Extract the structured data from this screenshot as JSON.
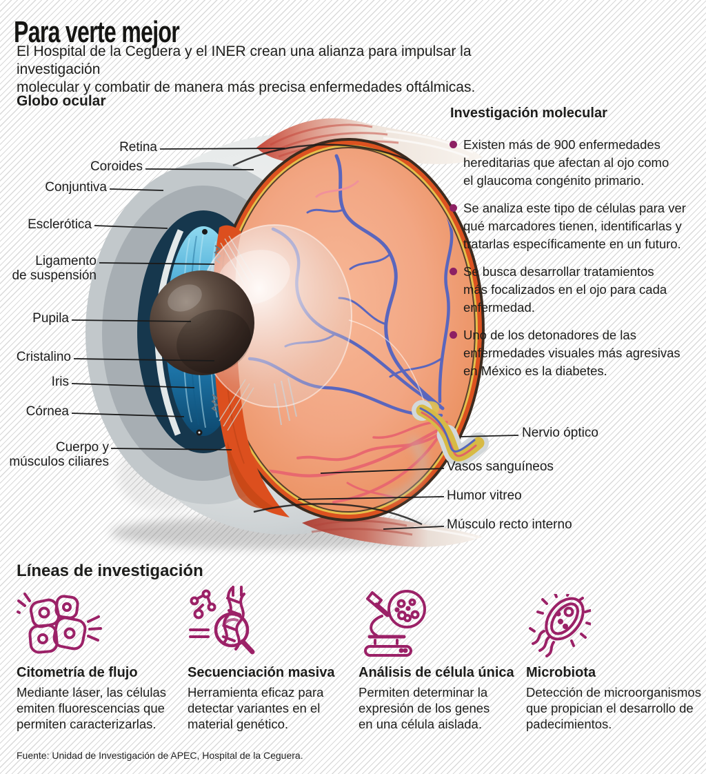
{
  "page": {
    "title": "Para verte mejor",
    "subtitle": [
      "El Hospital de la Ceguera y el INER crean una alianza para impulsar la investigación",
      "molecular y combatir de manera más precisa enfermedades oftálmicas."
    ],
    "source": "Fuente: Unidad de Investigación de APEC, Hospital de la Ceguera."
  },
  "eye": {
    "heading": "Globo ocular",
    "labels_left": [
      {
        "lines": [
          "Retina"
        ]
      },
      {
        "lines": [
          "Coroides"
        ]
      },
      {
        "lines": [
          "Conjuntiva"
        ]
      },
      {
        "lines": [
          "Esclerótica"
        ]
      },
      {
        "lines": [
          "Ligamento",
          "de suspensión"
        ]
      },
      {
        "lines": [
          "Pupila"
        ]
      },
      {
        "lines": [
          "Cristalino"
        ]
      },
      {
        "lines": [
          "Iris"
        ]
      },
      {
        "lines": [
          "Córnea"
        ]
      },
      {
        "lines": [
          "Cuerpo y",
          "músculos ciliares"
        ]
      }
    ],
    "labels_right": [
      {
        "lines": [
          "Nervio óptico"
        ]
      },
      {
        "lines": [
          "Vasos sanguíneos"
        ]
      },
      {
        "lines": [
          "Humor vitreo"
        ]
      },
      {
        "lines": [
          "Músculo recto interno"
        ]
      }
    ]
  },
  "molecular": {
    "heading": "Investigación molecular",
    "bullets": [
      {
        "lines": [
          "Existen más de 900 enfermedades",
          "hereditarias que afectan al ojo como",
          "el glaucoma congénito primario."
        ]
      },
      {
        "lines": [
          "Se analiza este tipo de células para ver",
          "qué marcadores tienen, identificarlas y",
          "tratarlas específicamente en un futuro."
        ]
      },
      {
        "lines": [
          "Se busca desarrollar tratamientos",
          "más focalizados en el ojo para cada",
          "enfermedad."
        ]
      },
      {
        "lines": [
          "Uno de los detonadores de las",
          "enfermedades visuales más agresivas",
          "en México es la diabetes."
        ]
      }
    ]
  },
  "research": {
    "heading": "Líneas de investigación",
    "items": [
      {
        "icon": "flow-cytometry-cells-icon",
        "title": "Citometría de flujo",
        "description": [
          "Mediante láser, las células",
          "emiten fluorescencias que",
          "permiten caracterizarlas."
        ]
      },
      {
        "icon": "dna-magnifier-icon",
        "title": "Secuenciación masiva",
        "description": [
          "Herramienta eficaz para",
          "detectar variantes en el",
          "material genético."
        ]
      },
      {
        "icon": "microscope-icon",
        "title": "Análisis de célula única",
        "description": [
          "Permiten determinar la",
          "expresión de los genes",
          "en una célula aislada."
        ]
      },
      {
        "icon": "bacteria-icon",
        "title": "Microbiota",
        "description": [
          "Detección de microorganismos",
          "que propician el desarrollo de",
          "padecimientos."
        ]
      }
    ]
  },
  "colors": {
    "accent_purple": "#9b2167",
    "bullet_dot": "#8d2063",
    "text": "#1d1d1b",
    "hatch_line": "#d9d9d9",
    "eye_interior": "#f2a683",
    "eye_choroid": "#dc5220",
    "eye_retina_line": "#e5c04c",
    "eye_iris": "#2f93c6",
    "vessel_blue": "#5a66bd",
    "vessel_red": "#e8686f"
  }
}
